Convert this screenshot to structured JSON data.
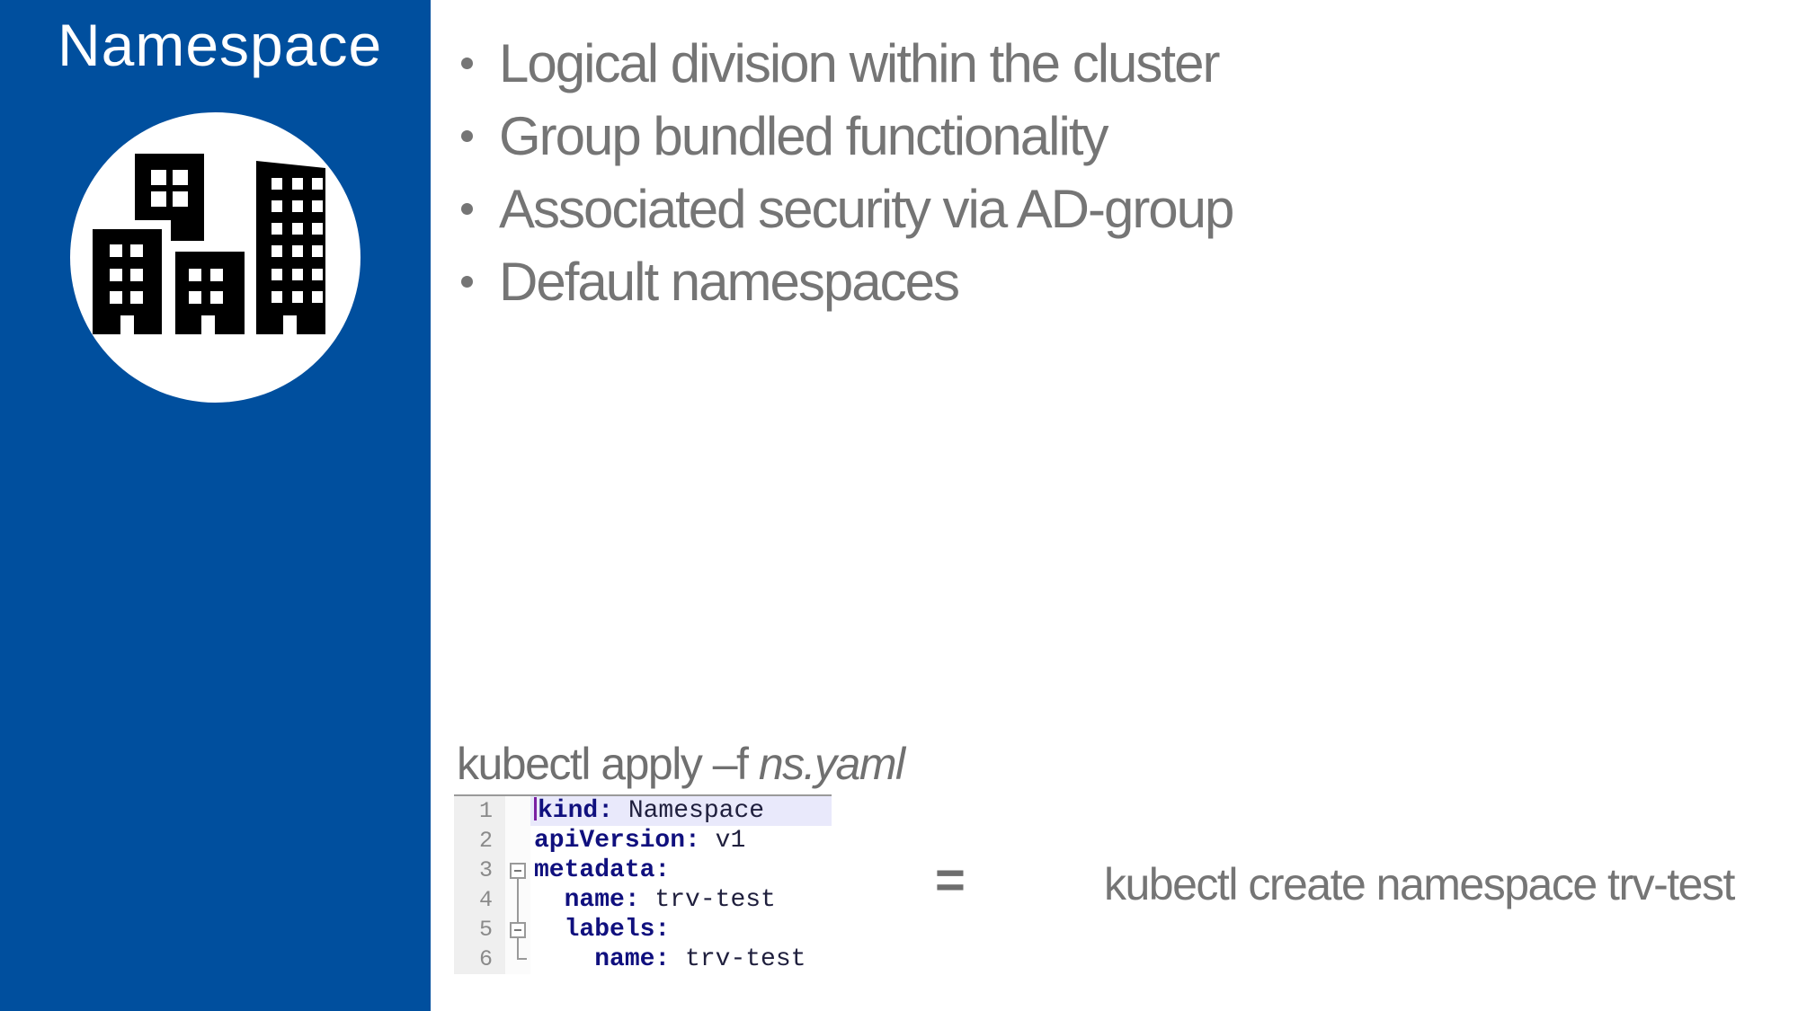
{
  "sidebar": {
    "title": "Namespace",
    "icon": "city-buildings-icon",
    "bg_color": "#004F9E"
  },
  "bullets": [
    "Logical division within the cluster",
    "Group bundled functionality",
    "Associated security via AD-group",
    "Default namespaces"
  ],
  "commands": {
    "apply_prefix": "kubectl apply –f ",
    "apply_file": "ns.yaml",
    "create": "kubectl create namespace trv-test"
  },
  "equivalence": {
    "symbol": "="
  },
  "editor": {
    "lines": [
      {
        "num": "1",
        "indent": "",
        "key": "kind:",
        "value": "Namespace",
        "fold": "none",
        "highlighted": true,
        "caret": true
      },
      {
        "num": "2",
        "indent": "",
        "key": "apiVersion:",
        "value": "v1",
        "fold": "none"
      },
      {
        "num": "3",
        "indent": "",
        "key": "metadata:",
        "value": "",
        "fold": "box-start"
      },
      {
        "num": "4",
        "indent": "  ",
        "key": "name:",
        "value": "trv-test",
        "fold": "vline"
      },
      {
        "num": "5",
        "indent": "  ",
        "key": "labels:",
        "value": "",
        "fold": "box-mid"
      },
      {
        "num": "6",
        "indent": "    ",
        "key": "name:",
        "value": "trv-test",
        "fold": "end"
      }
    ],
    "colors": {
      "key": "#10107E",
      "value": "#1F1F3D",
      "line_number": "#8A8A8A",
      "gutter_bg": "#EFEFEF",
      "highlight_bg": "#E9E9FB"
    }
  },
  "colors": {
    "sidebar_blue": "#004F9E",
    "text_gray": "#757575",
    "title_white": "#FFFFFF"
  }
}
